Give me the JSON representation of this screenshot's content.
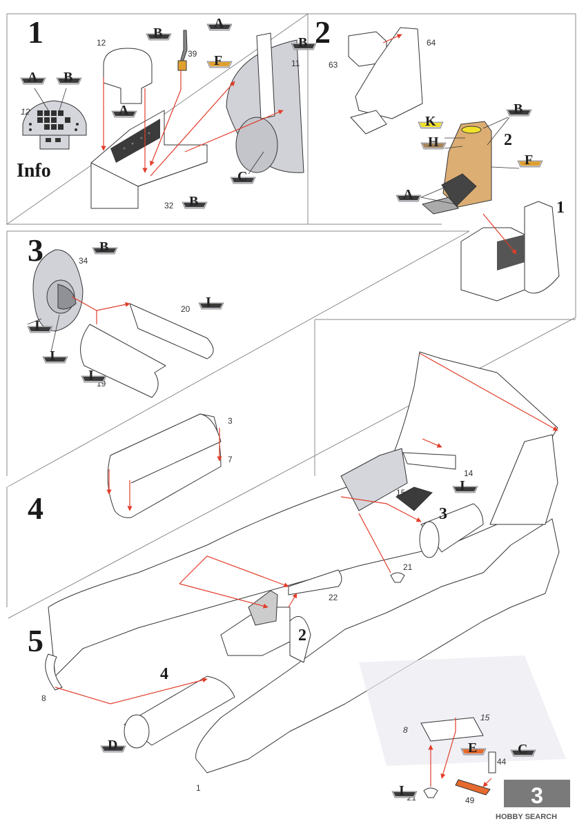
{
  "steps": {
    "s1": "1",
    "s2": "2",
    "s3": "3",
    "s4": "4",
    "s5": "5"
  },
  "info_label": "Info",
  "part_numbers": {
    "p12": "12",
    "p12b": "12",
    "p39": "39",
    "p11": "11",
    "p32": "32",
    "p63": "63",
    "p64": "64",
    "p34": "34",
    "p20": "20",
    "p19": "19",
    "p3": "3",
    "p7": "7",
    "p14": "14",
    "p15": "15",
    "p21": "21",
    "p22": "22",
    "p8": "8",
    "p1": "1",
    "p8b": "8",
    "p15b": "15",
    "p44": "44",
    "p21b": "21",
    "p49": "49"
  },
  "subassembly_labels": {
    "s2_seat": "2",
    "s2_ref1": "1",
    "s5_ref3": "3",
    "s5_ref2": "2",
    "s5_ref4": "4"
  },
  "color_codes": {
    "A1": "A",
    "B1": "B",
    "A2": "A",
    "B2": "B",
    "F1": "F",
    "B3": "B",
    "C1": "C",
    "B4": "B",
    "B5": "B",
    "K": "K",
    "H": "H",
    "F2": "F",
    "A3": "A",
    "B6": "B",
    "I1": "I",
    "I2": "I",
    "I3": "I",
    "I4": "I",
    "I5": "I",
    "D": "D",
    "E": "E",
    "C2": "C",
    "I6": "I"
  },
  "colors": {
    "code_plate": "#3b3b3b",
    "code_base": "#c5c6cc",
    "code_F": "#e0a030",
    "code_H": "#a6855a",
    "code_K": "#f1e12a",
    "code_E": "#e66a2e",
    "arrow": "#e23d2a",
    "seat_fill": "#dcae74"
  },
  "page_badge": "3",
  "watermark": "HOBBY SEARCH"
}
